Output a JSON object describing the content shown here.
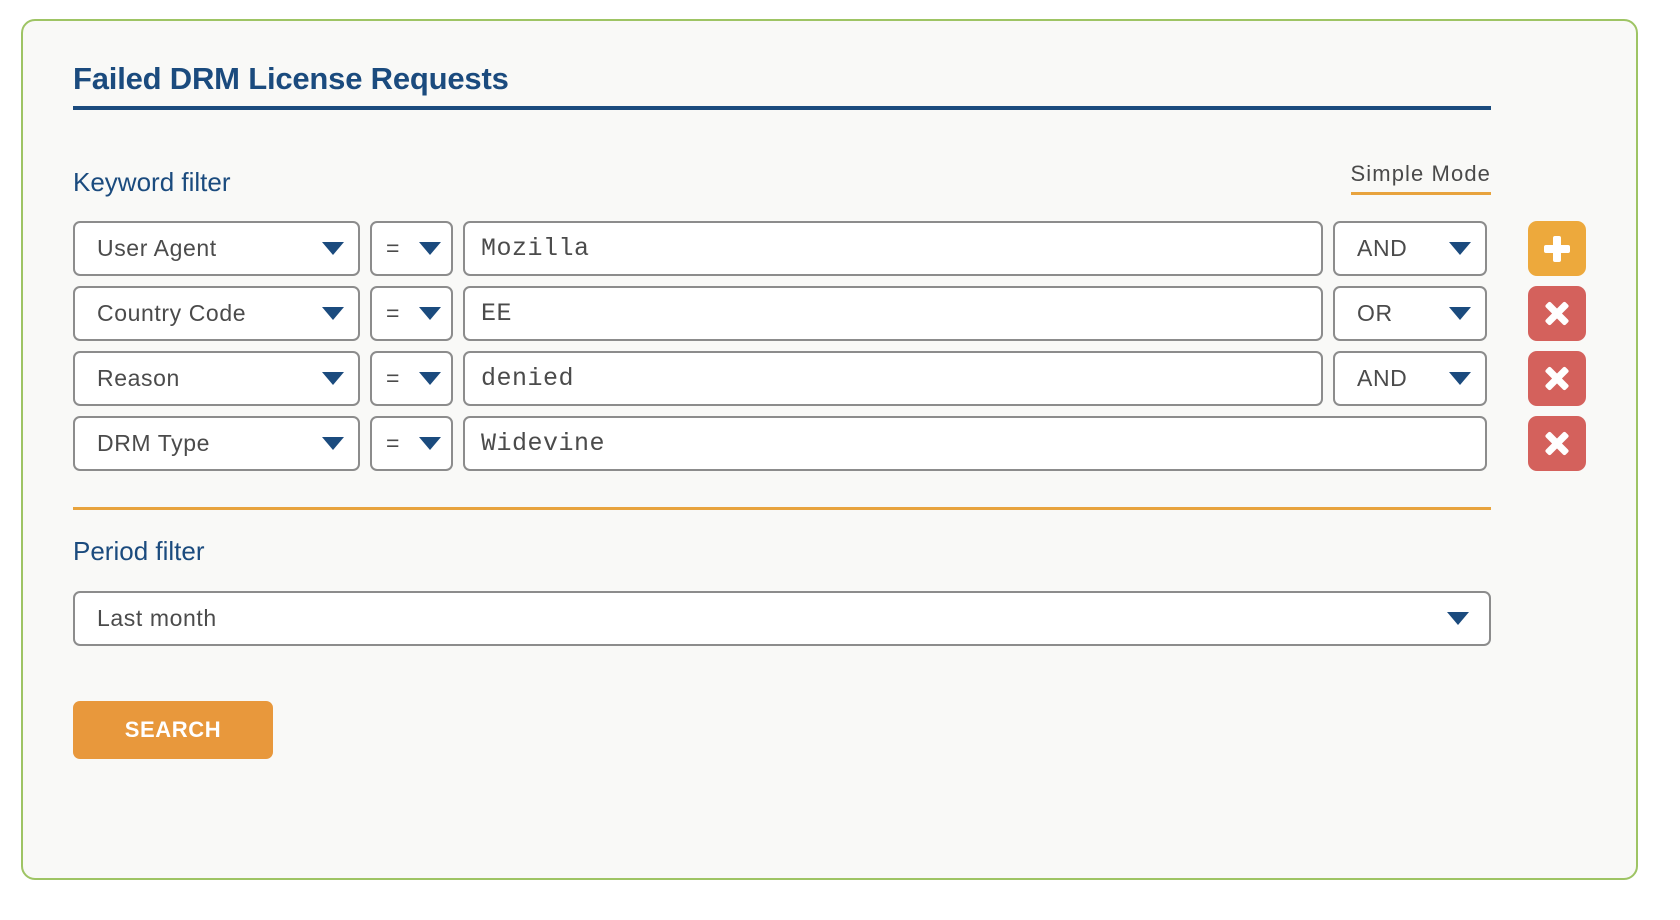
{
  "panel": {
    "title": "Failed DRM License Requests",
    "border_color": "#9ec464",
    "background_color": "#f9f9f7",
    "title_color": "#1b4b7e"
  },
  "keyword_filter": {
    "heading": "Keyword filter",
    "mode_toggle": {
      "label": "Simple Mode",
      "underline_color": "#e8a33d"
    },
    "rows": [
      {
        "field": "User Agent",
        "operator": "=",
        "value": "Mozilla",
        "logic": "AND",
        "action": "add",
        "action_label": "+",
        "action_color": "#eda93c"
      },
      {
        "field": "Country Code",
        "operator": "=",
        "value": "EE",
        "logic": "OR",
        "action": "remove",
        "action_label": "×",
        "action_color": "#d4615c"
      },
      {
        "field": "Reason",
        "operator": "=",
        "value": "denied",
        "logic": "AND",
        "action": "remove",
        "action_label": "×",
        "action_color": "#d4615c"
      },
      {
        "field": "DRM Type",
        "operator": "=",
        "value": "Widevine",
        "logic": null,
        "action": "remove",
        "action_label": "×",
        "action_color": "#d4615c"
      }
    ]
  },
  "period_filter": {
    "heading": "Period filter",
    "selected": "Last month"
  },
  "search": {
    "label": "SEARCH",
    "color": "#e8983c"
  },
  "icons": {
    "caret": "chevron-down-icon",
    "add": "plus-icon",
    "remove": "close-icon"
  }
}
